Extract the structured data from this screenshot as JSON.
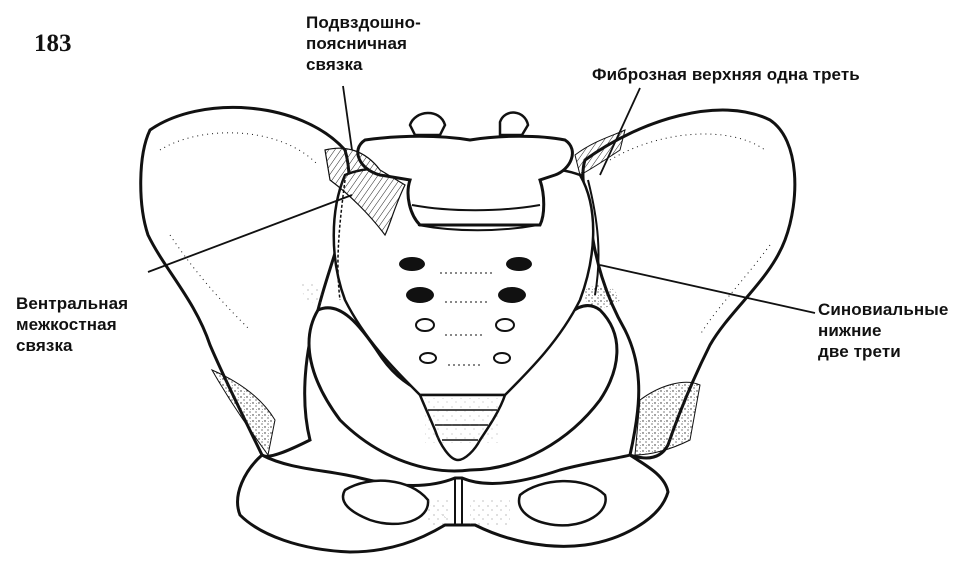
{
  "page_number": "183",
  "labels": {
    "iliolumbar_ligament": "Подвздошно-\nпоясничная\nсвязка",
    "fibrous_upper_third": "Фиброзная верхняя одна треть",
    "ventral_interosseous_ligament": "Вентральная\nмежкостная\nсвязка",
    "synovial_lower_two_thirds": "Синовиальные\nнижние\nдве трети"
  }
}
